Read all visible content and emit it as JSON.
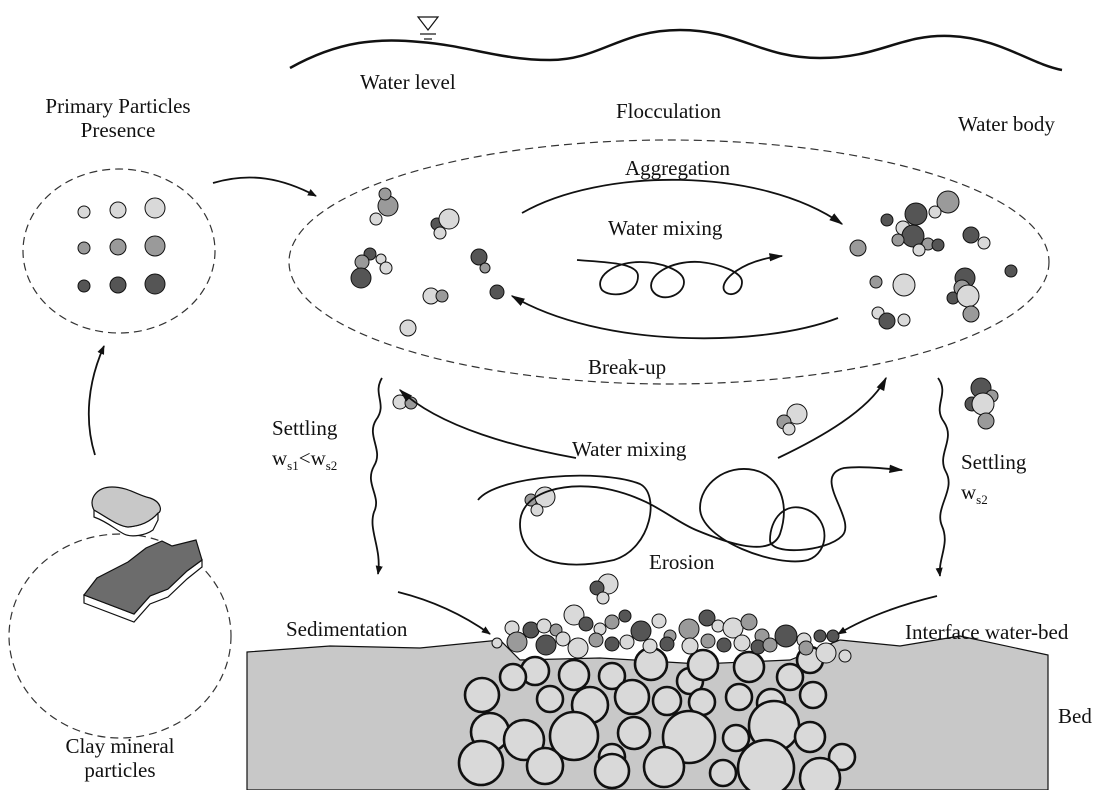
{
  "labels": {
    "water_level": "Water level",
    "primary_line1": "Primary Particles",
    "primary_line2": "Presence",
    "flocculation": "Flocculation",
    "water_body": "Water body",
    "aggregation": "Aggregation",
    "water_mixing_top": "Water mixing",
    "break_up": "Break-up",
    "settling_left": "Settling",
    "settling_left_w1": "w",
    "settling_left_s1": "s1",
    "settling_left_lt": "<w",
    "settling_left_s2": "s2",
    "water_mixing_mid": "Water mixing",
    "settling_right": "Settling",
    "settling_right_w": "w",
    "settling_right_s2": "s2",
    "erosion": "Erosion",
    "sedimentation": "Sedimentation",
    "interface": "Interface water-bed",
    "bed": "Bed",
    "clay_line1": "Clay mineral",
    "clay_line2": "particles"
  },
  "colors": {
    "light_particle": "#d9d9d9",
    "medium_particle": "#9a9a9a",
    "dark_particle": "#555555",
    "bed_fill": "#c8c8c8",
    "line": "#111111"
  }
}
